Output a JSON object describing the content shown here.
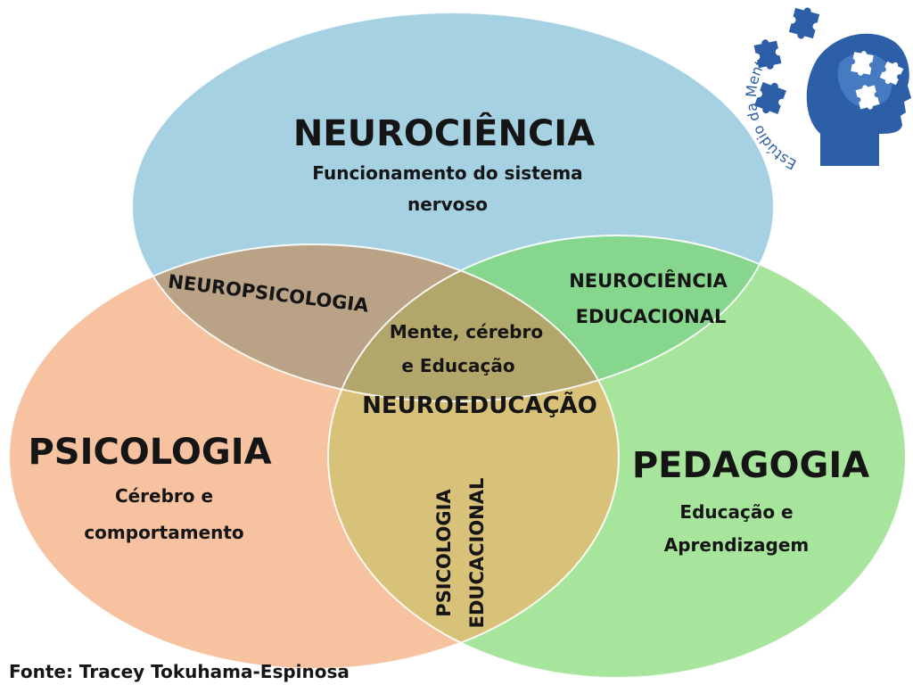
{
  "colors": {
    "neuro": "#a6d1e3",
    "psico": "#f6c29f",
    "pedag": "#a6e59b",
    "neuro_psico": "#b9a285",
    "neuro_pedag": "#86d68e",
    "center": "#b3a66a",
    "psico_pedag": "#d8c178",
    "logo": "#2c5fa8"
  },
  "neurociencia": {
    "title": "NEUROCIÊNCIA",
    "desc_line1": "Funcionamento do sistema",
    "desc_line2": "nervoso"
  },
  "psicologia": {
    "title": "PSICOLOGIA",
    "desc_line1": "Cérebro e",
    "desc_line2": "comportamento"
  },
  "pedagogia": {
    "title": "PEDAGOGIA",
    "desc_line1": "Educação e",
    "desc_line2": "Aprendizagem"
  },
  "intersections": {
    "neuropsicologia": "NEUROPSICOLOGIA",
    "neuro_educacional_line1": "NEUROCIÊNCIA",
    "neuro_educacional_line2": "EDUCACIONAL",
    "psico_educacional_line1": "PSICOLOGIA",
    "psico_educacional_line2": "EDUCACIONAL",
    "center_line1": "Mente, cérebro",
    "center_line2": "e Educação",
    "center_title": "NEUROEDUCAÇÃO"
  },
  "source": "Fonte: Tracey Tokuhama-Espinosa",
  "logo": {
    "text": "Estúdio da Mente",
    "icon": "head-puzzle-icon"
  }
}
